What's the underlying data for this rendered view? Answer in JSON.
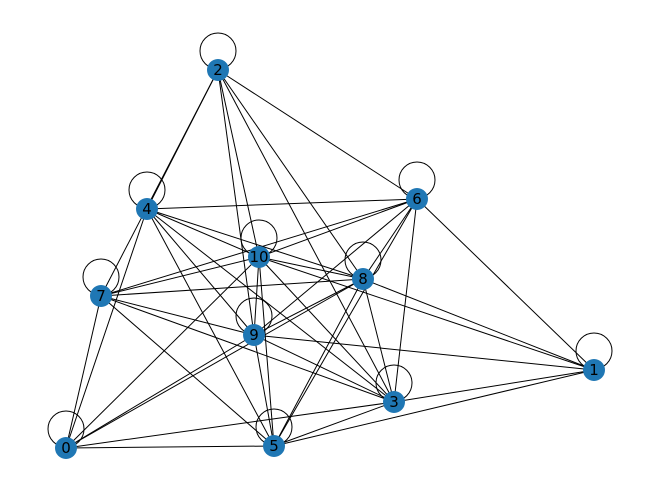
{
  "graph": {
    "node_color": "#1f77b4",
    "edge_color": "#000000",
    "nodes": [
      {
        "id": "0",
        "label": "0"
      },
      {
        "id": "1",
        "label": "1"
      },
      {
        "id": "2",
        "label": "2"
      },
      {
        "id": "3",
        "label": "3"
      },
      {
        "id": "4",
        "label": "4"
      },
      {
        "id": "5",
        "label": "5"
      },
      {
        "id": "6",
        "label": "6"
      },
      {
        "id": "7",
        "label": "7"
      },
      {
        "id": "8",
        "label": "8"
      },
      {
        "id": "9",
        "label": "9"
      },
      {
        "id": "10",
        "label": "10"
      }
    ],
    "self_loops": [
      "0",
      "1",
      "2",
      "3",
      "4",
      "5",
      "6",
      "7",
      "8",
      "9",
      "10"
    ],
    "edges": [
      [
        "0",
        "4"
      ],
      [
        "0",
        "7"
      ],
      [
        "0",
        "10"
      ],
      [
        "0",
        "9"
      ],
      [
        "0",
        "8"
      ],
      [
        "0",
        "3"
      ],
      [
        "0",
        "5"
      ],
      [
        "1",
        "6"
      ],
      [
        "1",
        "8"
      ],
      [
        "1",
        "9"
      ],
      [
        "1",
        "3"
      ],
      [
        "1",
        "5"
      ],
      [
        "1",
        "10"
      ],
      [
        "2",
        "4"
      ],
      [
        "2",
        "7"
      ],
      [
        "2",
        "10"
      ],
      [
        "2",
        "9"
      ],
      [
        "2",
        "8"
      ],
      [
        "2",
        "3"
      ],
      [
        "2",
        "6"
      ],
      [
        "3",
        "4"
      ],
      [
        "3",
        "7"
      ],
      [
        "3",
        "10"
      ],
      [
        "3",
        "9"
      ],
      [
        "3",
        "6"
      ],
      [
        "3",
        "8"
      ],
      [
        "3",
        "5"
      ],
      [
        "4",
        "6"
      ],
      [
        "4",
        "10"
      ],
      [
        "4",
        "8"
      ],
      [
        "4",
        "9"
      ],
      [
        "4",
        "5"
      ],
      [
        "5",
        "7"
      ],
      [
        "5",
        "10"
      ],
      [
        "5",
        "9"
      ],
      [
        "5",
        "8"
      ],
      [
        "5",
        "6"
      ],
      [
        "6",
        "10"
      ],
      [
        "6",
        "7"
      ],
      [
        "6",
        "9"
      ],
      [
        "6",
        "8"
      ],
      [
        "7",
        "10"
      ],
      [
        "7",
        "8"
      ],
      [
        "7",
        "9"
      ],
      [
        "8",
        "10"
      ],
      [
        "8",
        "9"
      ],
      [
        "9",
        "10"
      ]
    ]
  }
}
